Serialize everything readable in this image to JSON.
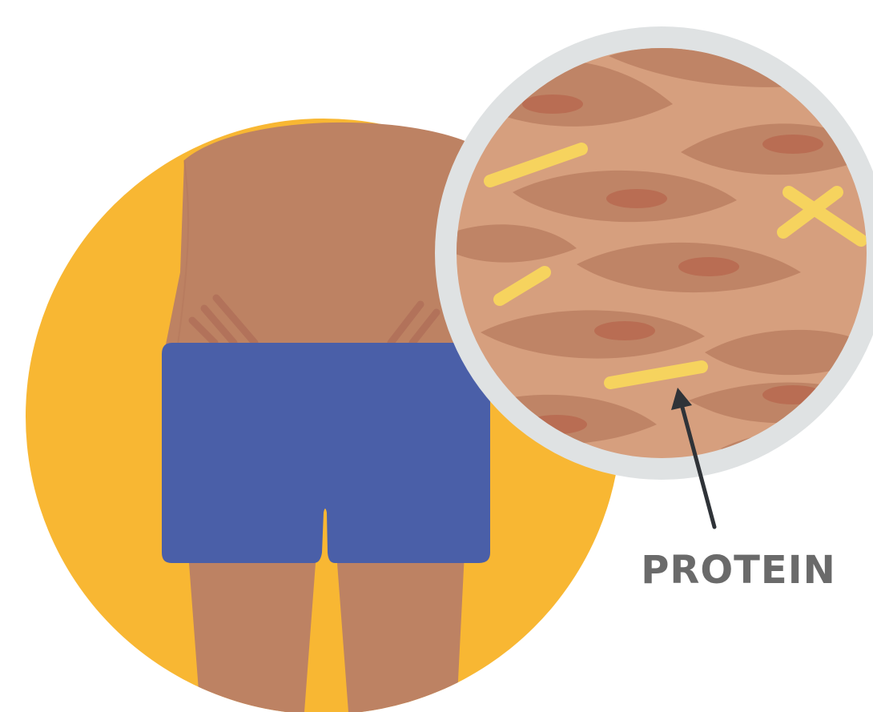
{
  "labels": {
    "protein": "PROTEIN"
  },
  "colors": {
    "background": "#ffffff",
    "circle_backdrop": "#f8b733",
    "skin": "#bd8263",
    "skin_shadow": "#b2725a",
    "shorts": "#4a5fa8",
    "magnifier_ring": "#dfe2e3",
    "muscle_light": "#d69f7e",
    "muscle_dark": "#bf8466",
    "cell_nucleus": "#b96d53",
    "protein_strand": "#f6d35e",
    "arrow": "#2f3338",
    "label": "#6a6a6a"
  },
  "icons": [
    "person-back-figure",
    "magnifier-circle",
    "muscle-fiber-texture",
    "arrow-pointer"
  ]
}
